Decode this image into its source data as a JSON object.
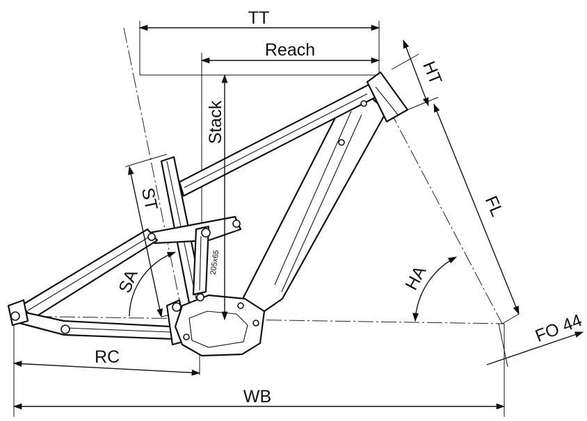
{
  "diagram": {
    "labels": {
      "tt": "TT",
      "reach": "Reach",
      "stack": "Stack",
      "ht": "HT",
      "st": "ST",
      "fl": "FL",
      "sa": "SA",
      "ha": "HA",
      "rc": "RC",
      "wb": "WB",
      "fo": "FO 44",
      "motor": "205x65"
    }
  }
}
